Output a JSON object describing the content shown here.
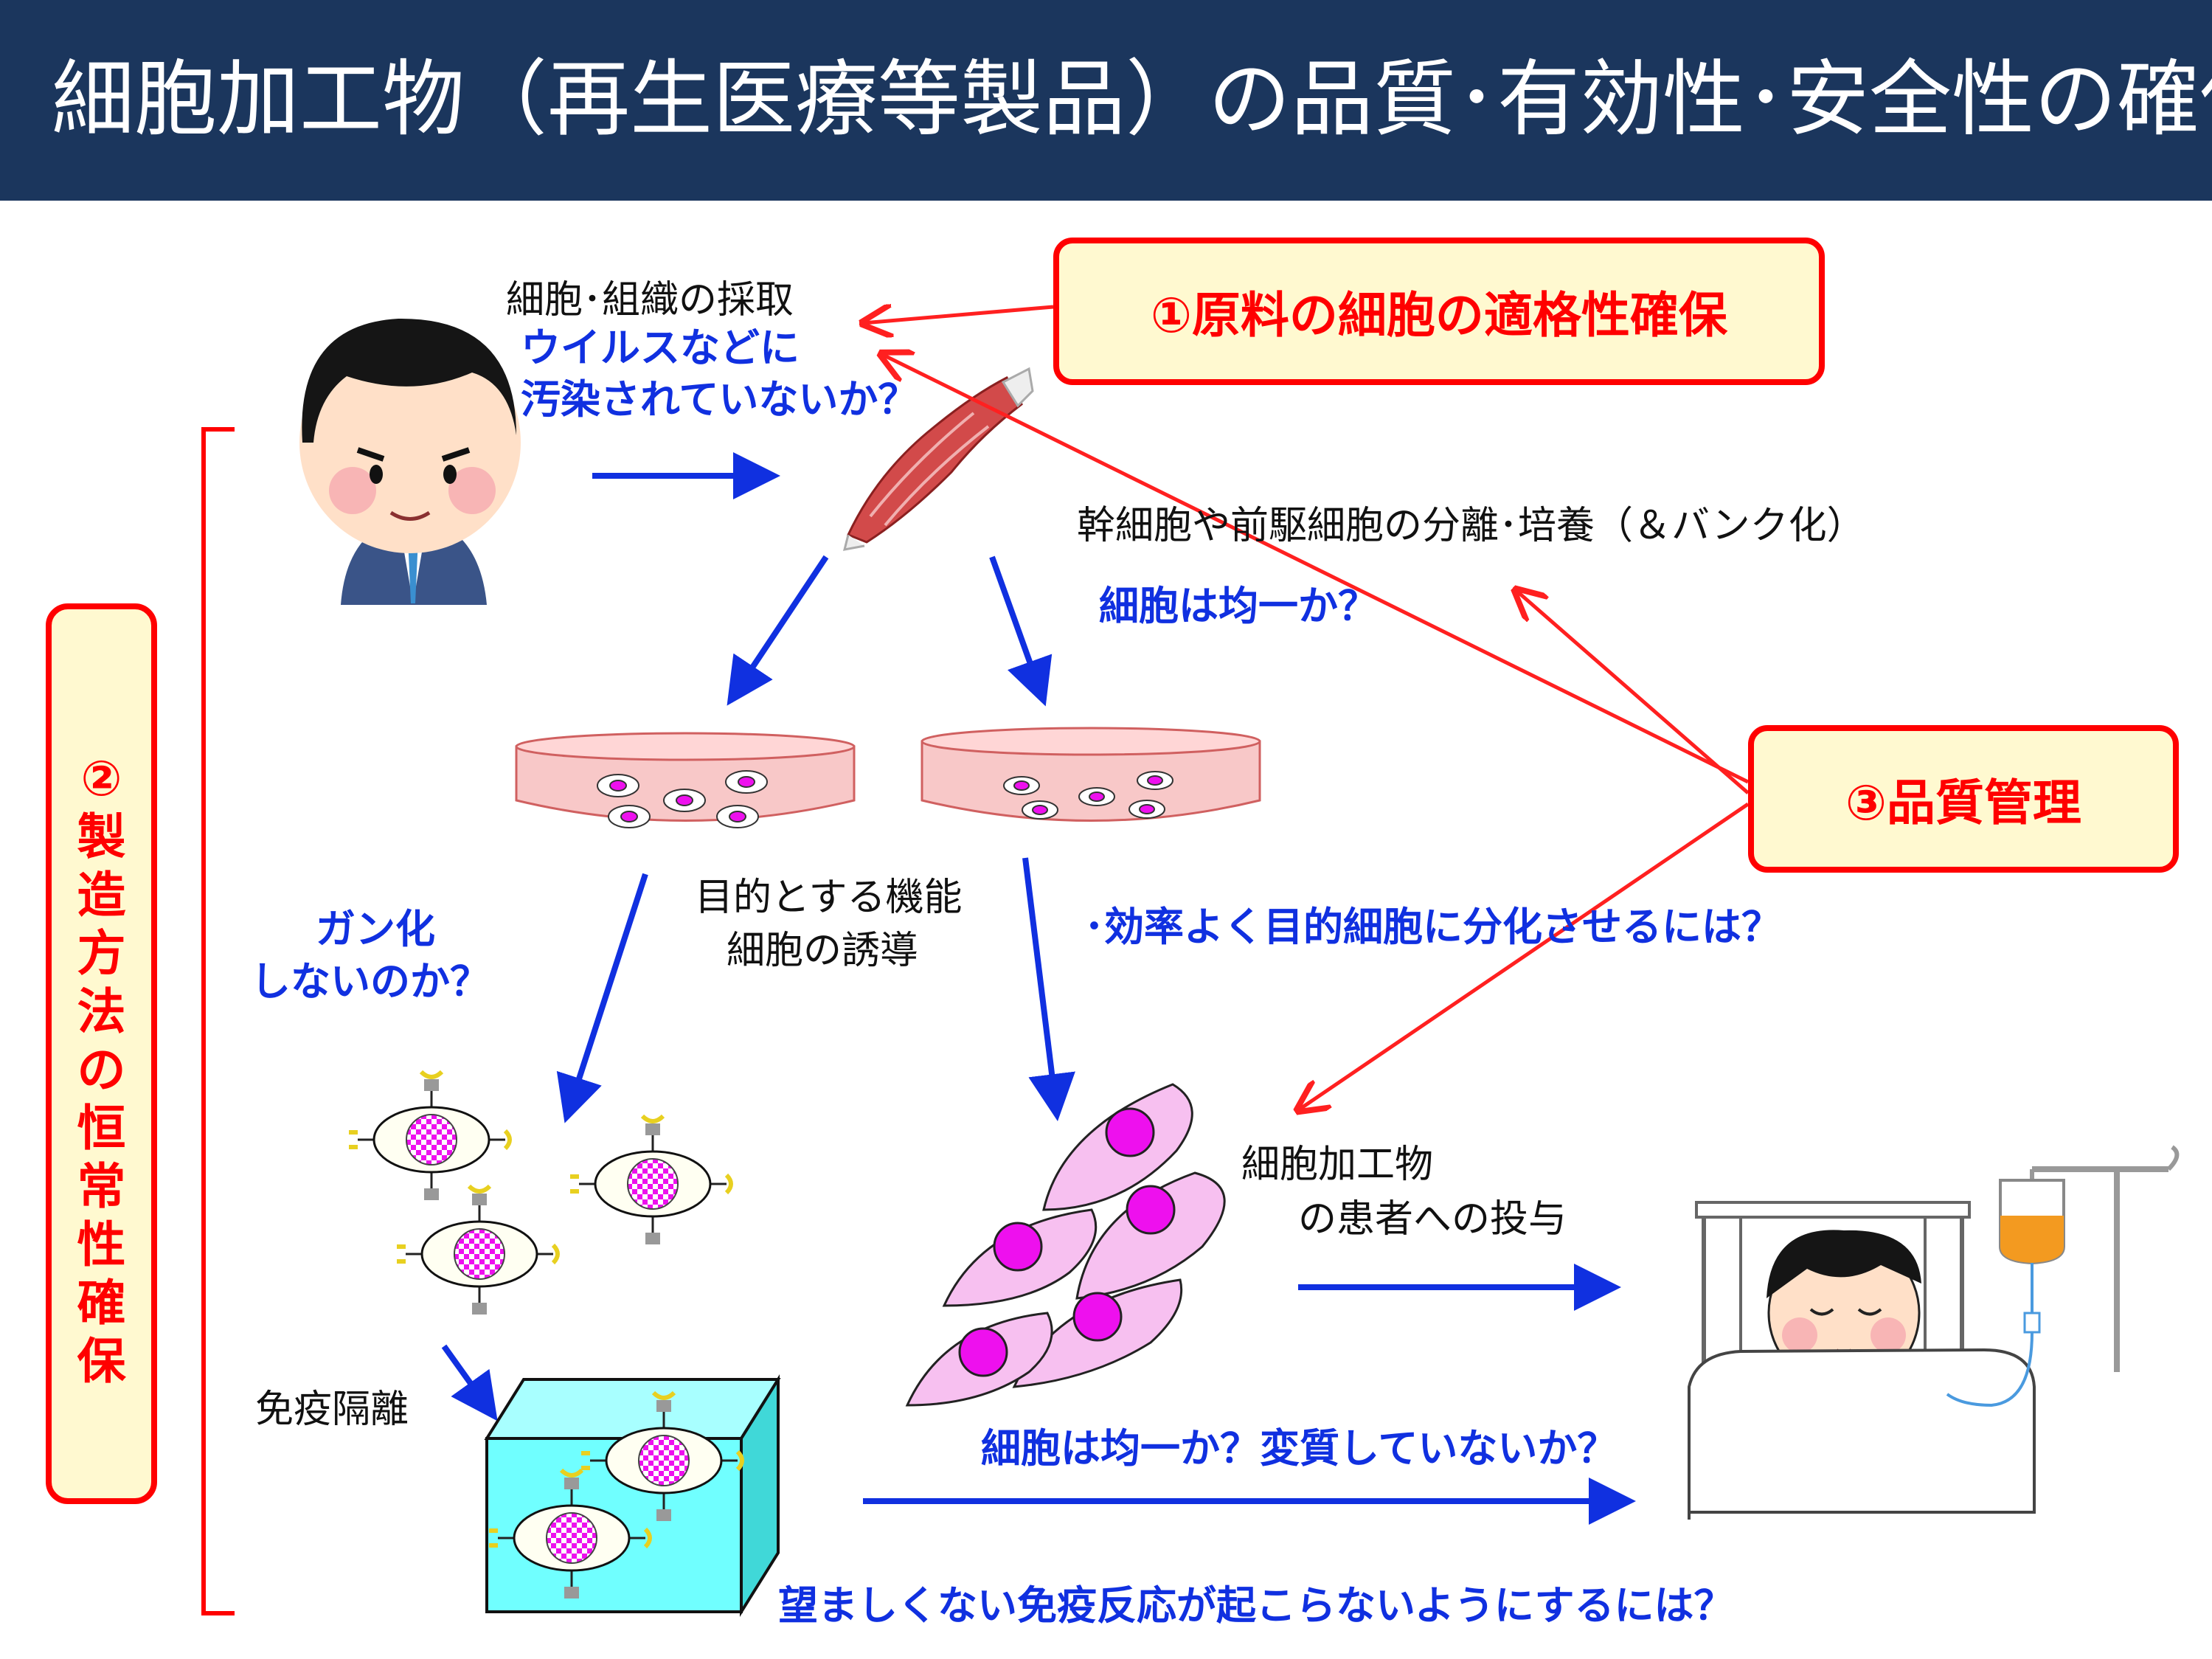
{
  "title": "細胞加工物（再生医療等製品）の品質･有効性･安全性の確保",
  "boxes": {
    "raw_material": "①原料の細胞の適格性確保",
    "manufacturing": "②製造方法の恒常性確保",
    "quality_control": "③品質管理"
  },
  "labels": {
    "harvest": "細胞･組織の採取",
    "virus_q1": "ウイルスなどに",
    "virus_q2": "汚染されていないか？",
    "stem_cells": "幹細胞や前駆細胞の分離･培養（＆バンク化）",
    "uniform_q": "細胞は均一か？",
    "induction1": "目的とする機能",
    "induction2": "細胞の誘導",
    "efficiency_q": "･効率よく目的細胞に分化させるには？",
    "cancer_q1": "ガン化",
    "cancer_q2": "しないのか？",
    "administration1": "細胞加工物",
    "administration2": "の患者への投与",
    "immunoisolation": "免疫隔離",
    "uniform_change_q": "細胞は均一か？変質していないか？",
    "immune_q": "望ましくない免疫反応が起こらないようにするには？"
  },
  "colors": {
    "header_bg": "#1b365d",
    "question_blue": "#1030e0",
    "emphasis_red": "#ff0000",
    "box_fill": "#fff9d0",
    "dish_pink": "#f8c8c8",
    "cell_magenta": "#ee10ee",
    "cell_pink": "#f7c0f0",
    "capsule_cyan": "#70ffff"
  },
  "icons": [
    "doctor-icon",
    "muscle-tissue-icon",
    "petri-dish-icon",
    "encapsulated-cell-icon",
    "spindle-cell-icon",
    "immunoisolation-capsule-icon",
    "patient-bed-icon",
    "iv-drip-icon"
  ]
}
